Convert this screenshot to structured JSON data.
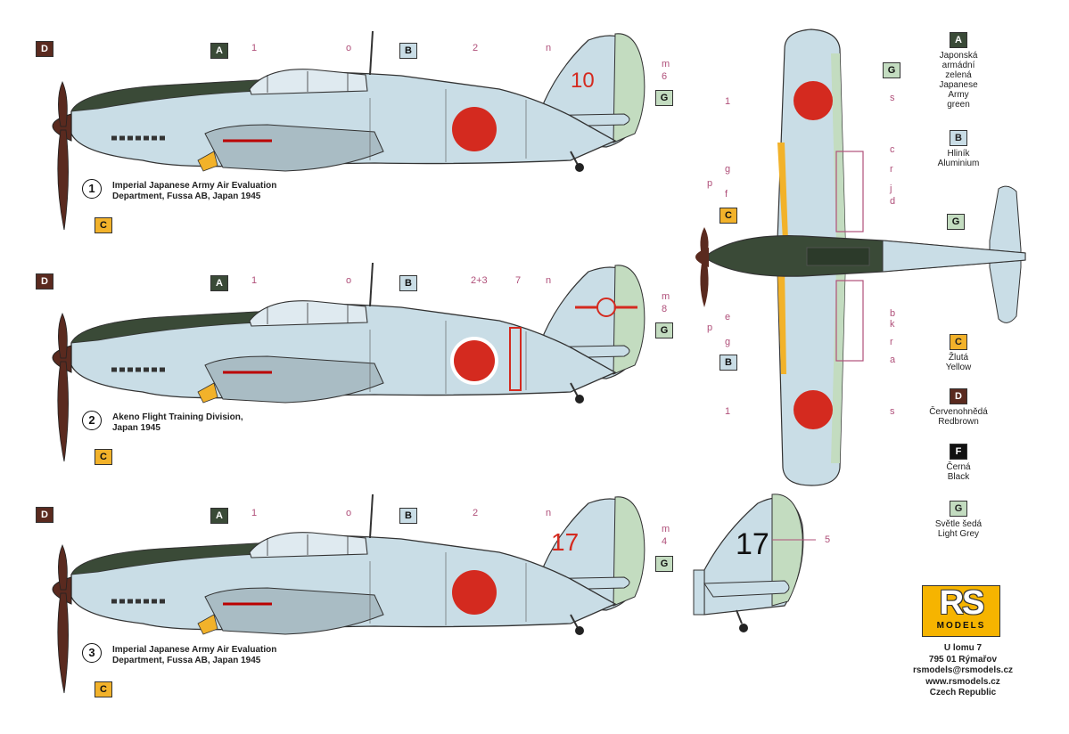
{
  "colors": {
    "aluminium": "#c9dde6",
    "green": "#3a4a37",
    "lightgrey": "#c3dcc0",
    "yellow": "#f2b22a",
    "redbrown": "#5a2a1f",
    "black": "#111111",
    "hinomaru": "#d42a1f",
    "callout": "#b0507a"
  },
  "codes": {
    "A": "A",
    "B": "B",
    "C": "C",
    "D": "D",
    "F": "F",
    "G": "G"
  },
  "profiles": [
    {
      "number": "1",
      "caption_l1": "Imperial Japanese Army Air Evaluation",
      "caption_l2": "Department, Fussa AB, Japan 1945",
      "tail_code": "10",
      "callouts_top": [
        "1",
        "o",
        "2",
        "n"
      ],
      "callouts_right": [
        "m",
        "6"
      ]
    },
    {
      "number": "2",
      "caption_l1": "Akeno Flight Training Division,",
      "caption_l2": "Japan 1945",
      "tail_code": "",
      "callouts_top": [
        "1",
        "o",
        "2+3",
        "7",
        "n"
      ],
      "callouts_right": [
        "m",
        "8"
      ]
    },
    {
      "number": "3",
      "caption_l1": "Imperial Japanese Army Air Evaluation",
      "caption_l2": "Department, Fussa AB, Japan 1945",
      "tail_code": "17",
      "callouts_top": [
        "1",
        "o",
        "2",
        "n"
      ],
      "callouts_right": [
        "m",
        "4"
      ]
    }
  ],
  "alt_tail": {
    "code": "17",
    "callout": "5"
  },
  "wing_callouts": {
    "left_top": [
      "1",
      "g",
      "p",
      "f"
    ],
    "right_top": [
      "s",
      "c",
      "r",
      "j",
      "d"
    ],
    "left_bottom": [
      "e",
      "p",
      "g",
      "1"
    ],
    "right_bottom": [
      "b",
      "k",
      "r",
      "a",
      "s"
    ]
  },
  "legend": [
    {
      "code": "A",
      "lines": [
        "Japonská",
        "armádní",
        "zelená",
        "Japanese",
        "Army",
        "green"
      ]
    },
    {
      "code": "B",
      "lines": [
        "Hliník",
        "Aluminium"
      ]
    },
    {
      "code": "C",
      "lines": [
        "Žlutá",
        "Yellow"
      ]
    },
    {
      "code": "D",
      "lines": [
        "Červenohnědá",
        "Redbrown"
      ]
    },
    {
      "code": "F",
      "lines": [
        "Černá",
        "Black"
      ]
    },
    {
      "code": "G",
      "lines": [
        "Světle šedá",
        "Light Grey"
      ]
    }
  ],
  "logo": {
    "top": "RS",
    "bottom": "MODELS"
  },
  "address": [
    "U lomu 7",
    "795 01 Rýmařov",
    "rsmodels@rsmodels.cz",
    "www.rsmodels.cz",
    "Czech Republic"
  ]
}
